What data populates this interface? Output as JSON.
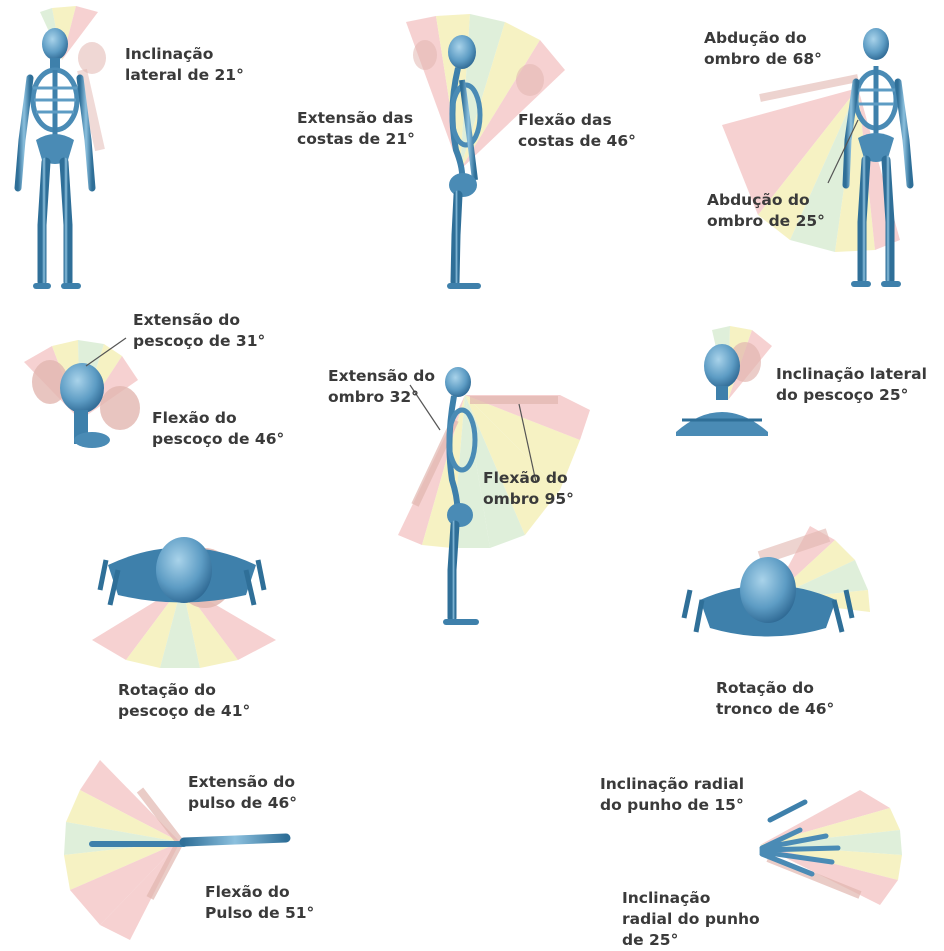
{
  "labels": {
    "lateral_tilt": [
      "Inclinação",
      "lateral de 21°"
    ],
    "back_extension": [
      "Extensão das",
      "costas de 21°"
    ],
    "back_flexion": [
      "Flexão das",
      "costas de 46°"
    ],
    "shoulder_abduction_68": [
      "Abdução do",
      "ombro de 68°"
    ],
    "shoulder_abduction_25": [
      "Abdução do",
      "ombro de 25°"
    ],
    "neck_extension": [
      "Extensão do",
      "pescoço de 31°"
    ],
    "neck_flexion": [
      "Flexão do",
      "pescoço de 46°"
    ],
    "shoulder_extension": [
      "Extensão do",
      "ombro 32°"
    ],
    "shoulder_flexion": [
      "Flexão do",
      "ombro 95°"
    ],
    "neck_lateral_tilt": [
      "Inclinação lateral",
      "do pescoço 25°"
    ],
    "neck_rotation": [
      "Rotação do",
      "pescoço de 41°"
    ],
    "trunk_rotation": [
      "Rotação do",
      "tronco de 46°"
    ],
    "wrist_extension": [
      "Extensão do",
      "pulso de 46°"
    ],
    "wrist_flexion": [
      "Flexão do",
      "Pulso de 51°"
    ],
    "wrist_radial_15": [
      "Inclinação radial",
      "do punho de 15°"
    ],
    "wrist_radial_25": [
      "Inclinação",
      "radial do punho",
      "de 25°"
    ]
  },
  "colors": {
    "bone": "#5d9cc4",
    "bone_dark": "#2f6f98",
    "zone_red": "#f4c9c9",
    "zone_yellow": "#f5f0b8",
    "zone_green": "#d9ecd3",
    "ghost": "#e2b7b0",
    "text": "#3a3a3a"
  }
}
